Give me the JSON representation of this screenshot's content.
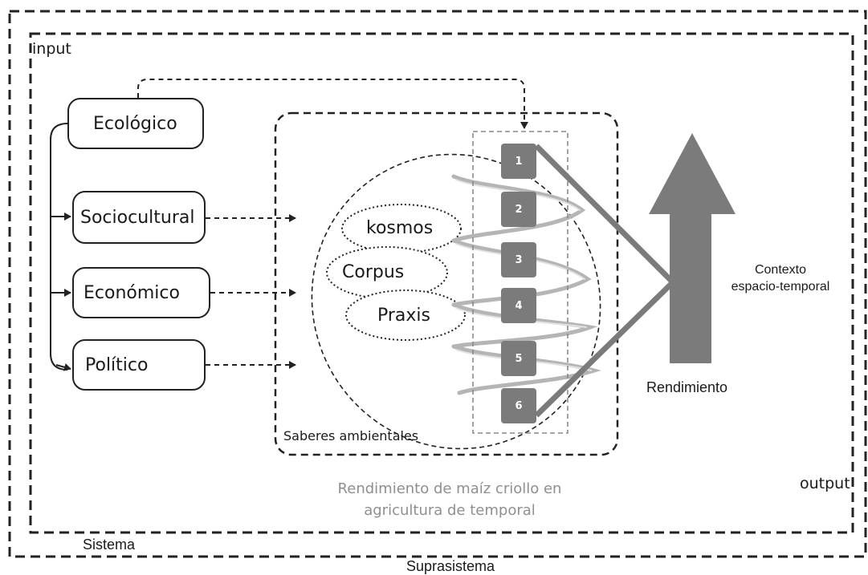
{
  "labels": {
    "input": "input",
    "output": "output",
    "sistema": "Sistema",
    "suprasistema": "Suprasistema",
    "saberes": "Saberes ambientales",
    "contexto_line1": "Contexto",
    "contexto_line2": "espacio-temporal",
    "rendimiento": "Rendimiento",
    "caption_line1": "Rendimiento de maíz criollo en",
    "caption_line2": "agricultura de temporal"
  },
  "factors": [
    "Ecológico",
    "Sociocultural",
    "Económico",
    "Político"
  ],
  "knowledge": [
    "kosmos",
    "Corpus",
    "Praxis"
  ],
  "stages": [
    "1",
    "2",
    "3",
    "4",
    "5",
    "6"
  ]
}
